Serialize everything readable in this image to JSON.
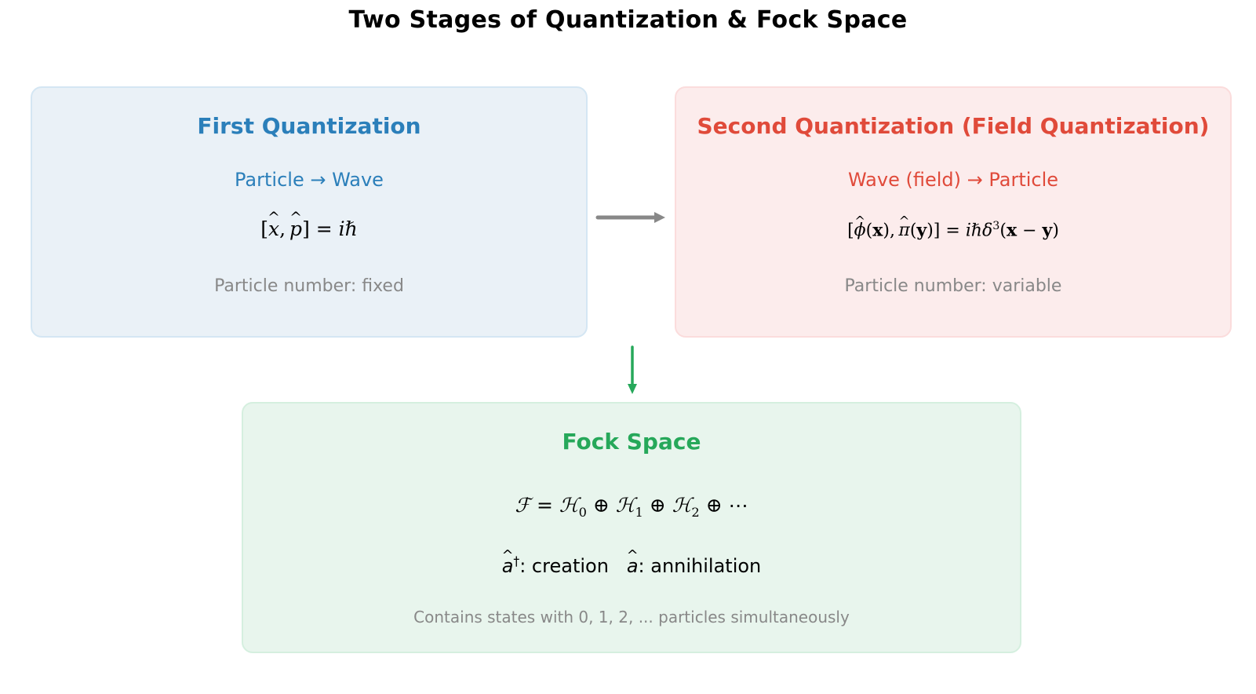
{
  "title": "Two Stages of Quantization & Fock Space",
  "colors": {
    "first": "#2b7fba",
    "second": "#e04a3a",
    "fock": "#26a85a",
    "arrow_gray": "#888888",
    "note_gray": "#888888"
  },
  "first": {
    "heading": "First Quantization",
    "subtitle": "Particle → Wave",
    "commutator": "[x̂, p̂] = iℏ",
    "note": "Particle number: fixed"
  },
  "second": {
    "heading": "Second Quantization (Field Quantization)",
    "subtitle": "Wave (field) → Particle",
    "commutator": "[ϕ̂(x), π̂(y)] = iℏδ³(x − y)",
    "note": "Particle number: variable"
  },
  "fock": {
    "heading": "Fock Space",
    "formula": "ℱ = ℋ₀ ⊕ ℋ₁ ⊕ ℋ₂ ⊕ ⋯",
    "operators": {
      "creation_label": ": creation",
      "annihilation_label": ": annihilation"
    },
    "note": "Contains states with 0, 1, 2, ... particles simultaneously"
  }
}
